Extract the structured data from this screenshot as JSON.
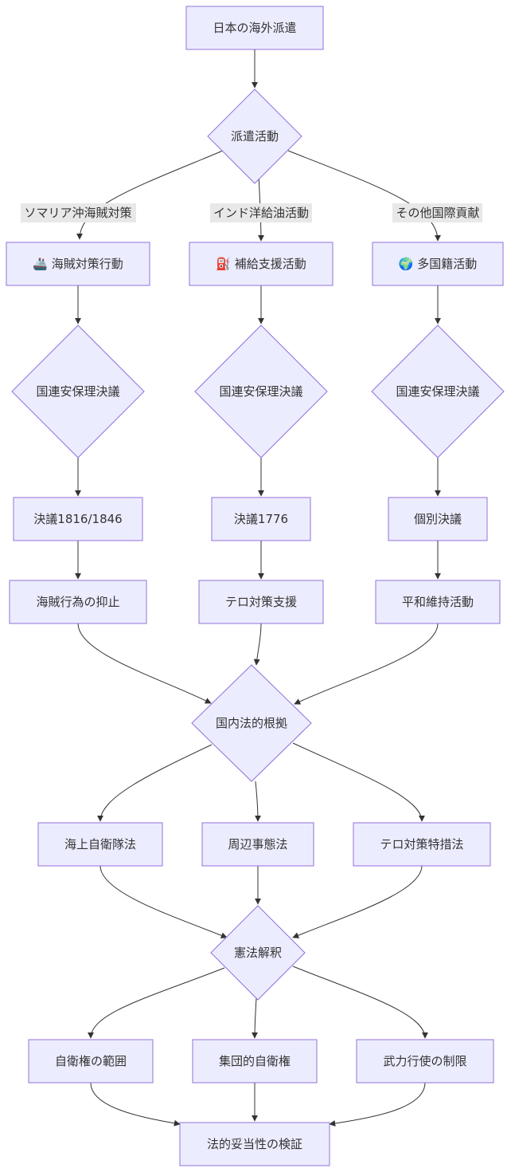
{
  "nodes": {
    "root": "日本の海外派遣",
    "dispatch": "派遣活動",
    "piracy_action": "🚢 海賊対策行動",
    "supply_action": "⛽ 補給支援活動",
    "multi_action": "🌍 多国籍活動",
    "unsc_1": "国連安保理決議",
    "unsc_2": "国連安保理決議",
    "unsc_3": "国連安保理決議",
    "res_1816": "決議1816/1846",
    "res_1776": "決議1776",
    "res_individual": "個別決議",
    "piracy_deterrence": "海賊行為の抑止",
    "terror_support": "テロ対策支援",
    "peacekeeping": "平和維持活動",
    "domestic_basis": "国内法的根拠",
    "sdf_maritime_law": "海上自衛隊法",
    "surrounding_law": "周辺事態法",
    "anti_terror_law": "テロ対策特措法",
    "constitution": "憲法解釈",
    "self_defense_scope": "自衛権の範囲",
    "collective_defense": "集団的自衛権",
    "force_limit": "武力行使の制限",
    "legal_validity": "法的妥当性の検証"
  },
  "edge_labels": {
    "somalia": "ソマリア沖海賊対策",
    "indian_ocean": "インド洋給油活動",
    "other": "その他国際貢献"
  },
  "colors": {
    "node_fill": "#ECECFF",
    "node_stroke": "#9370DB",
    "edge": "#333333",
    "label_bg": "#E8E8E8",
    "text": "#333333"
  }
}
